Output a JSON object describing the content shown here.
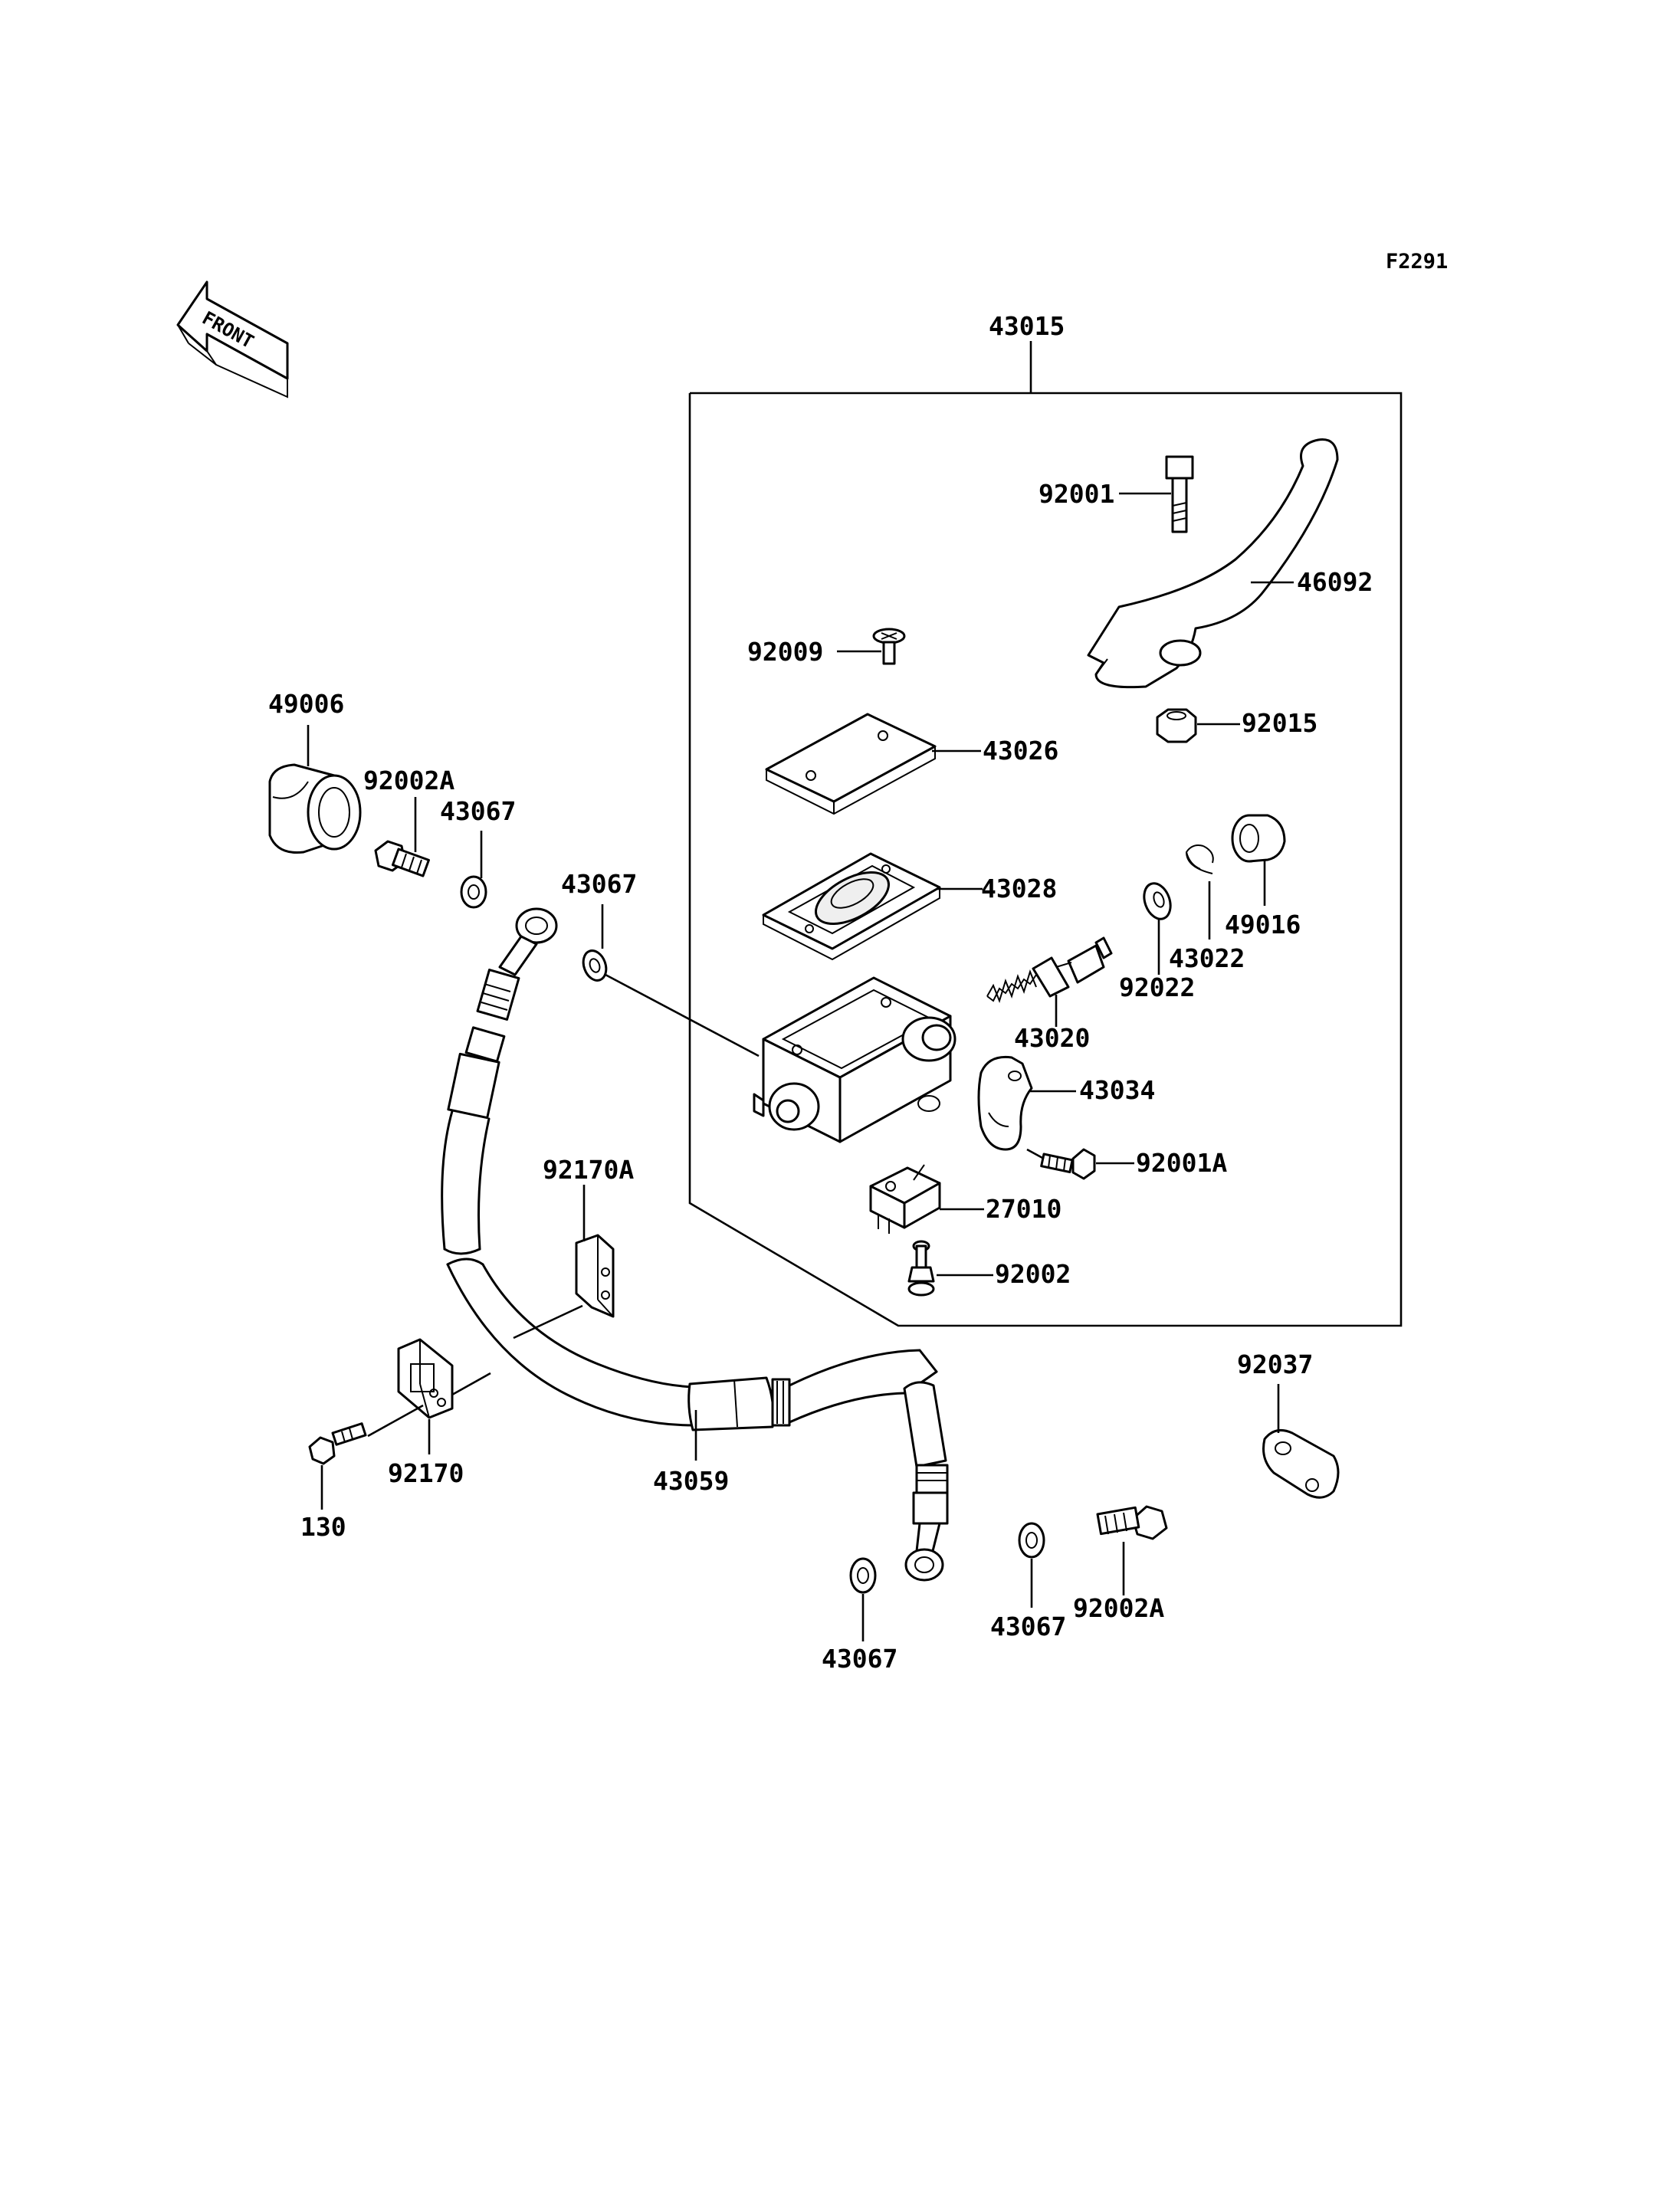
{
  "diagram_code": "F2291",
  "front_arrow": {
    "label": "FRONT"
  },
  "assembly_label": "43015",
  "parts": [
    {
      "id": "92001",
      "label": "92001"
    },
    {
      "id": "46092",
      "label": "46092"
    },
    {
      "id": "92009",
      "label": "92009"
    },
    {
      "id": "92015",
      "label": "92015"
    },
    {
      "id": "43026",
      "label": "43026"
    },
    {
      "id": "43028",
      "label": "43028"
    },
    {
      "id": "49016",
      "label": "49016"
    },
    {
      "id": "43022",
      "label": "43022"
    },
    {
      "id": "92022",
      "label": "92022"
    },
    {
      "id": "43020",
      "label": "43020"
    },
    {
      "id": "43034",
      "label": "43034"
    },
    {
      "id": "92001A",
      "label": "92001A"
    },
    {
      "id": "27010",
      "label": "27010"
    },
    {
      "id": "92002",
      "label": "92002"
    },
    {
      "id": "49006",
      "label": "49006"
    },
    {
      "id": "92002A-top",
      "label": "92002A"
    },
    {
      "id": "43067-a",
      "label": "43067"
    },
    {
      "id": "43067-b",
      "label": "43067"
    },
    {
      "id": "92170A",
      "label": "92170A"
    },
    {
      "id": "130",
      "label": "130"
    },
    {
      "id": "92170",
      "label": "92170"
    },
    {
      "id": "43059",
      "label": "43059"
    },
    {
      "id": "43067-c",
      "label": "43067"
    },
    {
      "id": "43067-d",
      "label": "43067"
    },
    {
      "id": "92002A-bottom",
      "label": "92002A"
    },
    {
      "id": "92037",
      "label": "92037"
    }
  ]
}
